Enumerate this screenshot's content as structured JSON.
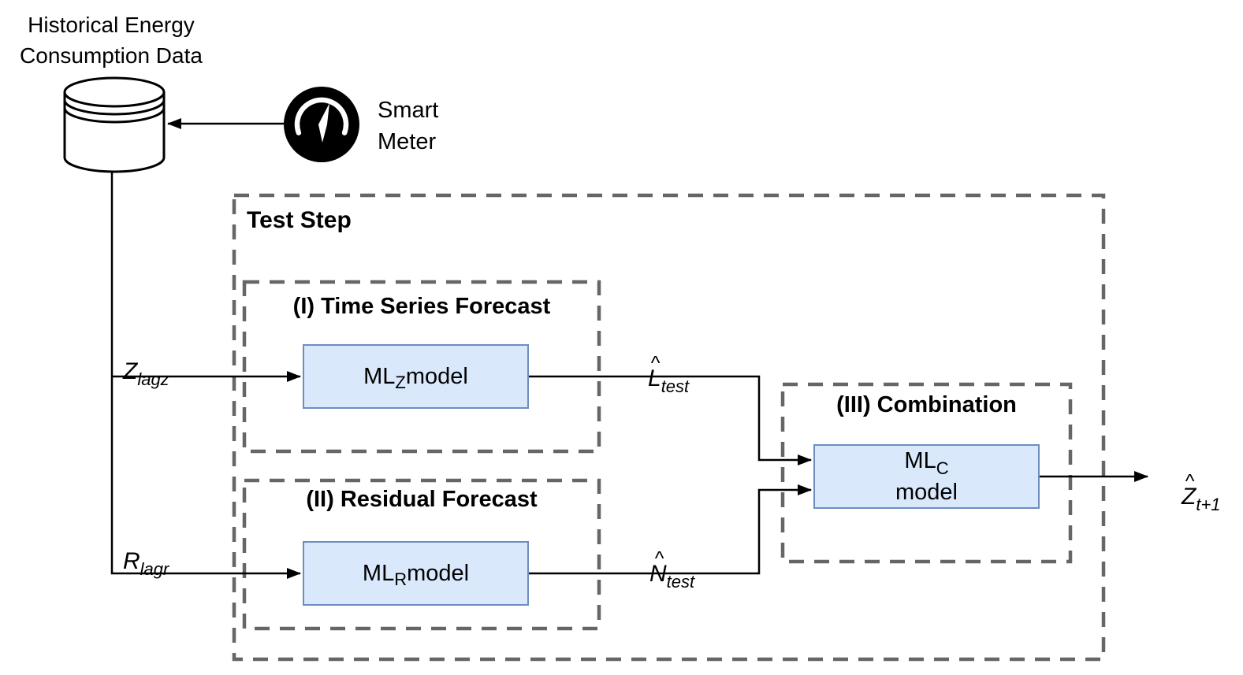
{
  "diagram": {
    "source_title": "Historical Energy\nConsumption Data",
    "smart_meter_label": "Smart\nMeter",
    "outer_box_label": "Test Step",
    "stage1_label": "(I) Time Series Forecast",
    "stage2_label": "(II) Residual Forecast",
    "stage3_label": "(III) Combination",
    "ml_z": {
      "prefix": "ML",
      "sub": "Z",
      "suffix": " model"
    },
    "ml_r": {
      "prefix": "ML",
      "sub": "R",
      "suffix": " model"
    },
    "ml_c": {
      "prefix": "ML",
      "sub": "C",
      "line2": "model"
    },
    "edge_labels": {
      "z_input": {
        "main": "Z",
        "sub": "lagz"
      },
      "r_input": {
        "main": "R",
        "sub": "lagr"
      },
      "l_forecast": {
        "hat": "^",
        "main": "L",
        "sub": "test"
      },
      "n_forecast": {
        "hat": "^",
        "main": "N",
        "sub": "test"
      },
      "z_output": {
        "hat": "^",
        "main": "Z",
        "sub": "t+1"
      }
    },
    "icons": {
      "database": "database-cylinder-icon",
      "meter": "gauge-icon"
    },
    "colors": {
      "model_box_fill": "#dae8fc",
      "model_box_stroke": "#6c8ebf",
      "dash_stroke": "#666666",
      "line": "#000000",
      "meter_icon": "#000000"
    }
  }
}
